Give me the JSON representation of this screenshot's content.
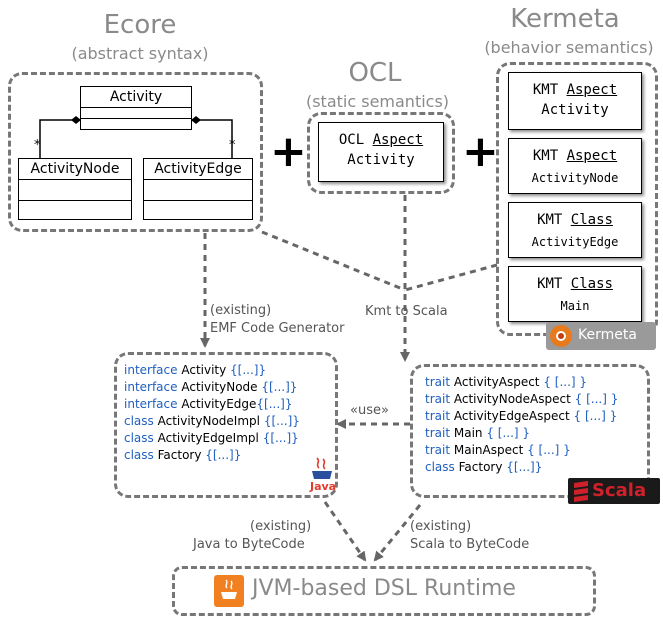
{
  "ecore": {
    "title": "Ecore",
    "subtitle": "(abstract syntax)",
    "classes": [
      "Activity",
      "ActivityNode",
      "ActivityEdge"
    ],
    "multiplicity": "*"
  },
  "ocl": {
    "title": "OCL",
    "subtitle": "(static semantics)",
    "box_prefix": "OCL ",
    "box_kind": "Aspect",
    "box_name": "Activity"
  },
  "kermeta": {
    "title": "Kermeta",
    "subtitle": "(behavior semantics)",
    "boxes": [
      {
        "prefix": "KMT ",
        "kind": "Aspect",
        "name": "Activity"
      },
      {
        "prefix": "KMT ",
        "kind": "Aspect",
        "name": "ActivityNode"
      },
      {
        "prefix": "KMT ",
        "kind": "Class",
        "name": "ActivityEdge"
      },
      {
        "prefix": "KMT ",
        "kind": "Class",
        "name": "Main"
      }
    ],
    "logo_text": "Kermeta"
  },
  "plus_sign": "+",
  "labels": {
    "emf_1": "(existing)",
    "emf_2": "EMF Code Generator",
    "kmt_to_scala": "Kmt to Scala",
    "use": "«use»",
    "java_bc_1": "(existing)",
    "java_bc_2": "Java to ByteCode",
    "scala_bc_1": "(existing)",
    "scala_bc_2": "Scala to ByteCode"
  },
  "java_code": [
    {
      "kw": "interface ",
      "name": "Activity ",
      "body": "{[...]}"
    },
    {
      "kw": "interface ",
      "name": "ActivityNode ",
      "body": "{[...]}"
    },
    {
      "kw": "interface ",
      "name": "ActivityEdge",
      "body": "{[...]}"
    },
    {
      "kw": "class ",
      "name": "ActivityNodeImpl ",
      "body": "{[...]}"
    },
    {
      "kw": "class ",
      "name": "ActivityEdgeImpl ",
      "body": "{[...]}"
    },
    {
      "kw": "class ",
      "name": "Factory ",
      "body": "{[...]}"
    }
  ],
  "java_logo_text": "Java",
  "scala_code": [
    {
      "kw": "trait ",
      "name": "ActivityAspect ",
      "body": "{ [...] }"
    },
    {
      "kw": "trait ",
      "name": "ActivityNodeAspect ",
      "body": "{ [...] }"
    },
    {
      "kw": "trait ",
      "name": "ActivityEdgeAspect ",
      "body": "{ [...] }"
    },
    {
      "kw": "trait ",
      "name": "Main ",
      "body": "{ [...] }"
    },
    {
      "kw": "trait ",
      "name": "MainAspect ",
      "body": "{ [...] }"
    },
    {
      "kw": "class ",
      "name": "Factory ",
      "body": "{[...]}"
    }
  ],
  "scala_logo_text": "Scala",
  "runtime": {
    "label": "JVM-based DSL Runtime"
  },
  "colors": {
    "dash": "#777777",
    "keyword": "#1f5fbf",
    "title": "#8a8a8a",
    "scala_red": "#d0202a",
    "java_orange": "#f08020"
  }
}
